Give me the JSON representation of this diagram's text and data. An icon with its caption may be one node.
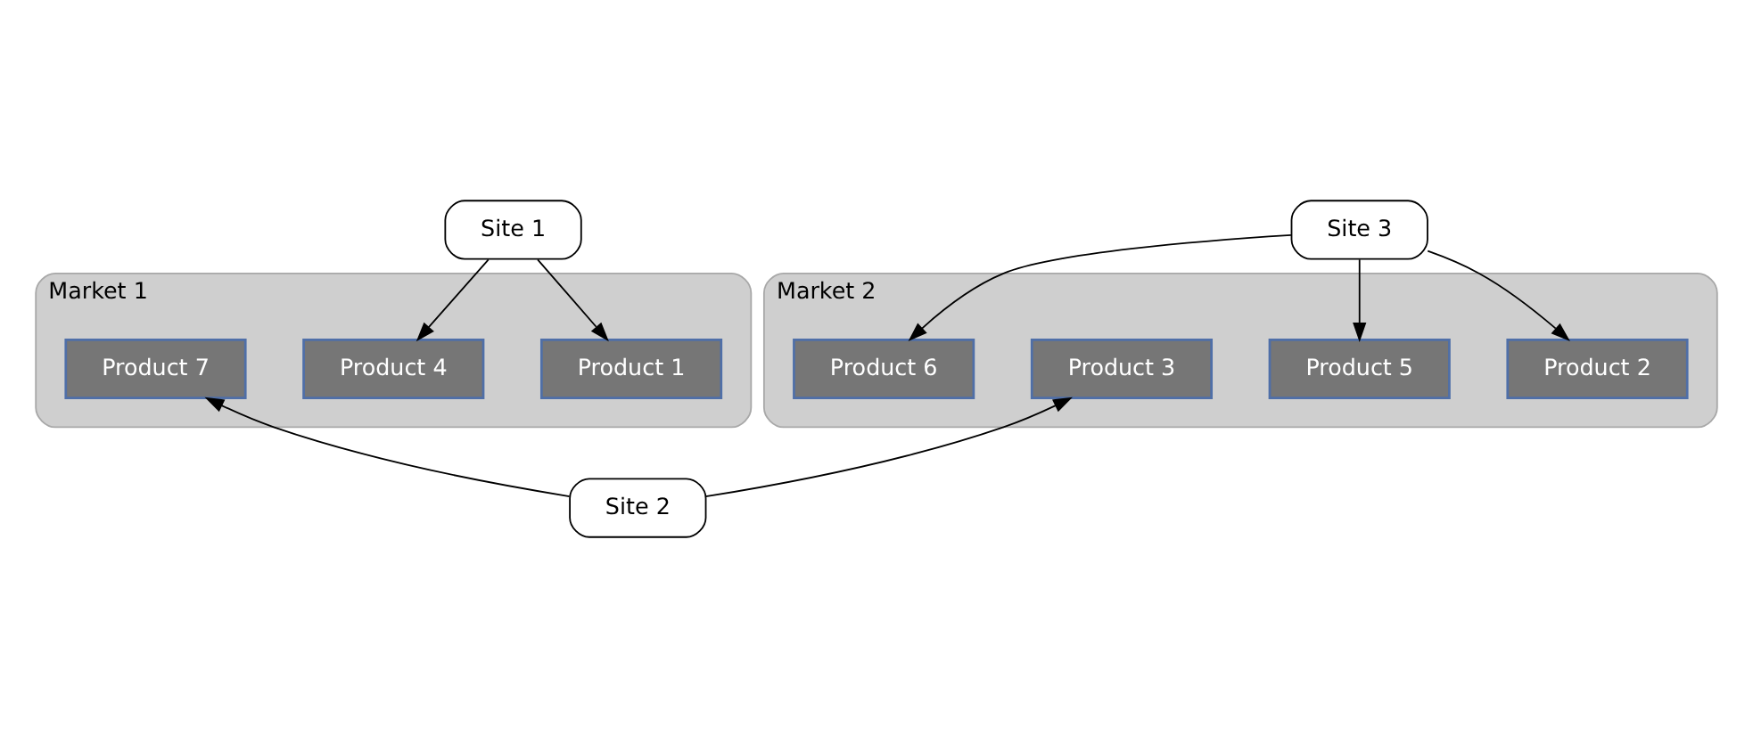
{
  "diagram": {
    "nodes": [
      {
        "text": [
          "Site 1"
        ]
      },
      {
        "text": [
          "Site 3"
        ]
      },
      {
        "text": [
          "Market 1"
        ]
      },
      {
        "text": [
          "Product 1"
        ],
        "in": 2
      },
      {
        "text": [
          "Product 4"
        ],
        "in": 2
      },
      {
        "text": [
          "Product 7"
        ],
        "in": 2
      },
      {
        "text": [
          "Market 2"
        ]
      },
      {
        "text": [
          "Product 2"
        ],
        "in": 6
      },
      {
        "text": [
          "Product 5"
        ],
        "in": 6
      },
      {
        "text": [
          "Product 3"
        ],
        "in": 6
      },
      {
        "text": [
          "Product 6"
        ],
        "in": 6
      },
      {
        "text": [
          "Site 2"
        ]
      }
    ],
    "edges": [
      {
        "from": 0,
        "to": 3,
        "arrow": "to"
      },
      {
        "from": 0,
        "to": 4,
        "arrow": "to"
      },
      {
        "from": 1,
        "to": 7,
        "arrow": "to"
      },
      {
        "from": 1,
        "to": 8,
        "arrow": "to"
      },
      {
        "from": 1,
        "to": 10,
        "arrow": "to"
      },
      {
        "from": 11,
        "to": 5,
        "arrow": "to"
      },
      {
        "from": 11,
        "to": 9,
        "arrow": "to"
      }
    ]
  }
}
